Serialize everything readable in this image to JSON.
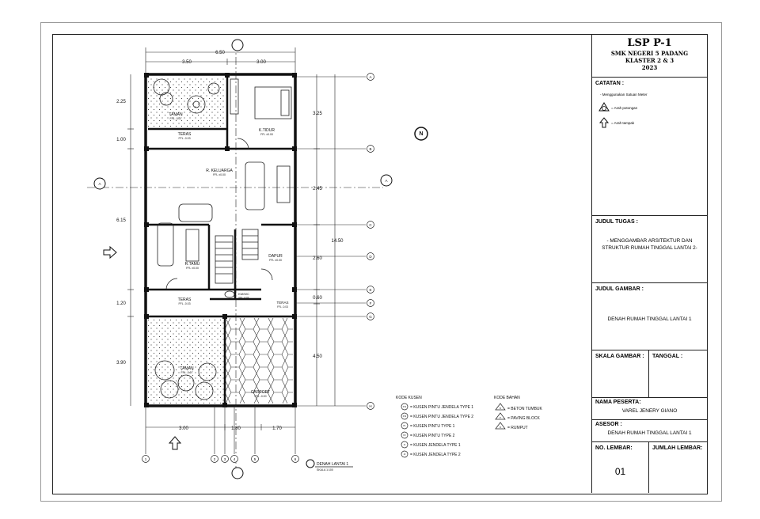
{
  "title_block": {
    "title": "LSP P-1",
    "school": "SMK NEGERI 5 PADANG",
    "cluster": "KLASTER 2 & 3",
    "year": "2023",
    "notes_label": "CATATAN :",
    "note_units": "- Menggunakan Satuan Meter",
    "note_section": "= Arah potongan",
    "note_view": "= Arah tampak",
    "task_label": "JUDUL TUGAS :",
    "task_line1": "- MENGGAMBAR ARSITEKTUR DAN",
    "task_line2": "STRUKTUR RUMAH TINGGAL LANTAI 2-",
    "drawing_label": "JUDUL GAMBAR :",
    "drawing_title": "DENAH RUMAH TINGGAL LANTAI 1",
    "scale_label": "SKALA GAMBAR :",
    "date_label": "TANGGAL :",
    "participant_label": "NAMA PESERTA:",
    "participant": "VAREL JENERY GIANO",
    "assessor_label": "ASESOR :",
    "assessor": "DENAH RUMAH TINGGAL LANTAI 1",
    "sheet_no_label": "NO. LEMBAR:",
    "sheet_total_label": "JUMLAH LEMBAR:",
    "sheet_no": "01"
  },
  "plan": {
    "dims_top": {
      "total": "6.50",
      "left": "3.50",
      "right": "3.00"
    },
    "dims_left": [
      "2.25",
      "1.00",
      "6.15",
      "1.20",
      "3.90"
    ],
    "dims_right": [
      "3.25",
      "2.45",
      "2.60",
      "0.60",
      "4.50"
    ],
    "dim_total_right": "14.50",
    "dims_bottom": [
      "3.00",
      "1.80",
      "1.70"
    ],
    "grid_right": [
      "A",
      "B",
      "C",
      "D",
      "E",
      "F",
      "G",
      "H"
    ],
    "grid_bottom": [
      "1",
      "2",
      "3",
      "4",
      "5",
      "6"
    ],
    "rooms": {
      "taman_top": "TAMAN",
      "taman_top_ffl": "FFL -0.07",
      "teras_top": "TERAS",
      "teras_top_ffl": "FFL -0.03",
      "k_tidur": "K.TIDUR",
      "k_tidur_ffl": "FFL ±0.00",
      "r_keluarga": "R. KELUARGA",
      "r_keluarga_ffl": "FFL ±0.00",
      "r_tamu": "R.TAMU",
      "r_tamu_ffl": "FFL ±0.00",
      "dapur": "DAPUR",
      "dapur_ffl": "FFL ±0.00",
      "km_wc": "KM/WC",
      "km_wc_ffl": "FFL -0.03",
      "teras_mid": "TERAS",
      "teras_mid_ffl": "FFL -0.03",
      "teras_side": "TERAS",
      "teras_side_ffl": "FFL -0.03",
      "taman_bottom": "TAMAN",
      "taman_bottom_ffl": "FFL -0.07",
      "carport": "CARPORT",
      "carport_ffl": "FFL -0.00"
    },
    "section_marker": "A",
    "north": "N",
    "plan_caption": "DENAH LANTAI 1",
    "plan_scale": "SKALA 1:100"
  },
  "legend": {
    "kusen_title": "KODE KUSEN",
    "kusen": [
      {
        "code": "PJ1",
        "label": "= KUSEN PINTU JENDELA TYPE 1"
      },
      {
        "code": "PJ2",
        "label": "= KUSEN PINTU JENDELA TYPE 2"
      },
      {
        "code": "P1",
        "label": "= KUSEN PINTU TYPE 1"
      },
      {
        "code": "P2",
        "label": "= KUSEN PINTU TYPE 2"
      },
      {
        "code": "J1",
        "label": "= KUSEN JENDELA TYPE 1"
      },
      {
        "code": "J2",
        "label": "= KUSEN JENDELA TYPE 2"
      }
    ],
    "bahan_title": "KODE BAHAN",
    "bahan": [
      {
        "code": "B",
        "label": "= BETON TUMBUK"
      },
      {
        "code": "P",
        "label": "= PAVING BLOCK"
      },
      {
        "code": "R",
        "label": "= RUMPUT"
      }
    ]
  }
}
